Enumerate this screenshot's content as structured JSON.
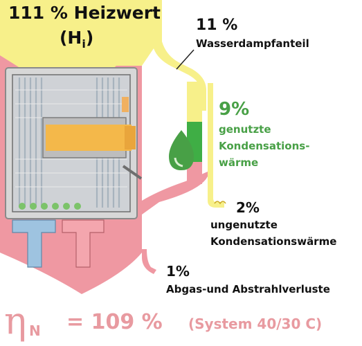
{
  "heading": {
    "line1": "111 % Heizwert",
    "line2_main": "(H",
    "line2_sub": "i",
    "line2_end": ")"
  },
  "flows": {
    "steam": {
      "percent": "11 %",
      "label": "Wasserdampfanteil"
    },
    "condensation_used": {
      "percent": "9%",
      "label_lines": [
        "genutzte",
        "Kondensations-",
        "wärme"
      ]
    },
    "condensation_unused": {
      "percent": "2%",
      "label_lines": [
        "ungenutzte",
        "Kondensationswärme"
      ]
    },
    "losses": {
      "percent": "1%",
      "label": "Abgas-und Abstrahlverluste"
    }
  },
  "efficiency": {
    "symbol": "η",
    "subscript": "N",
    "value": "= 109 %",
    "condition": "(System 40/30  C)"
  },
  "colors": {
    "heat_value": "#f7f08a",
    "condensation": "#3fae45",
    "useful_heat": "#f0a0a8",
    "accent_text": "#e89aa0",
    "green_text": "#48a046"
  }
}
